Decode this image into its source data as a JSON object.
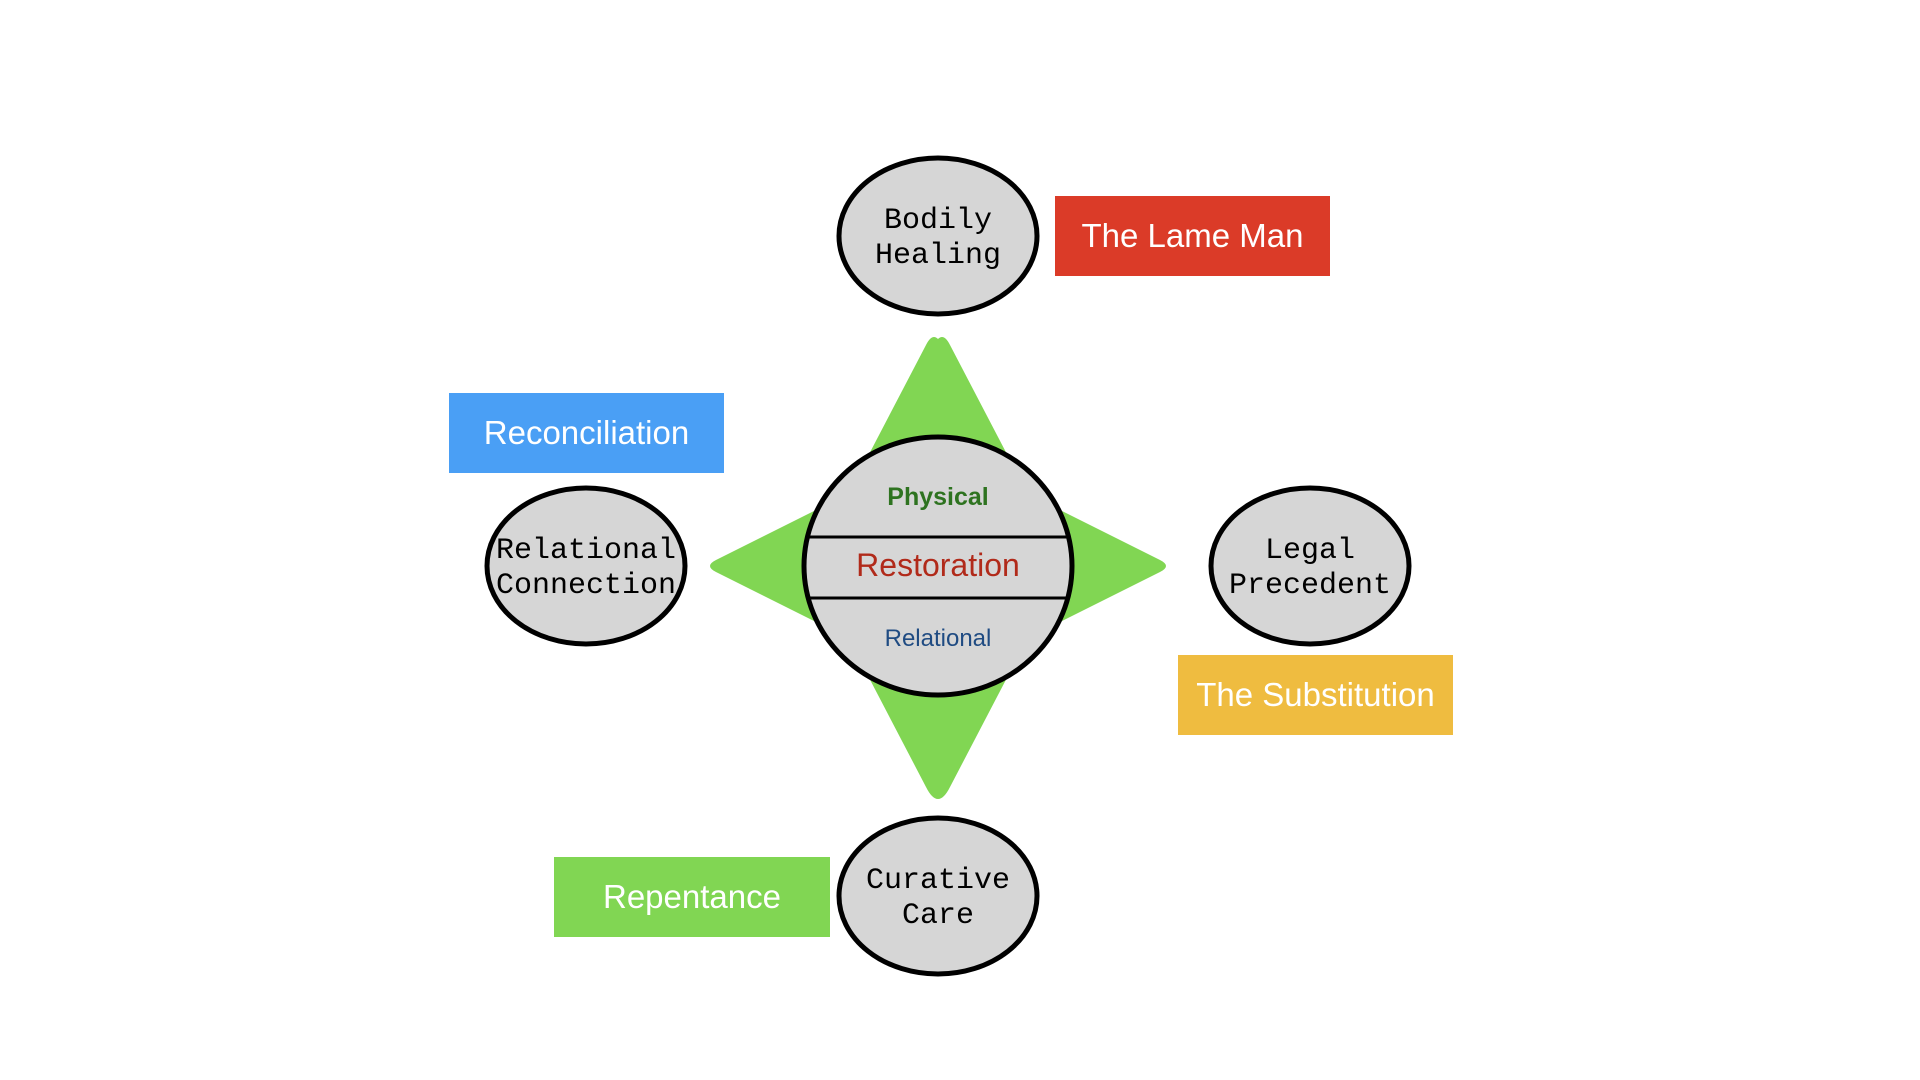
{
  "center": {
    "top_label": "Physical",
    "middle_label": "Restoration",
    "bottom_label": "Relational",
    "colors": {
      "top": "#2e7320",
      "middle": "#b12a1a",
      "bottom": "#1f4b82"
    }
  },
  "nodes": {
    "top": {
      "line1": "Bodily",
      "line2": "Healing"
    },
    "left": {
      "line1": "Relational",
      "line2": "Connection"
    },
    "right": {
      "line1": "Legal",
      "line2": "Precedent"
    },
    "bottom": {
      "line1": "Curative",
      "line2": "Care"
    }
  },
  "tags": {
    "lame_man": {
      "label": "The Lame Man",
      "color": "#db3b28"
    },
    "reconciliation": {
      "label": "Reconciliation",
      "color": "#4a9ff5"
    },
    "substitution": {
      "label": "The Substitution",
      "color": "#efbc40"
    },
    "repentance": {
      "label": "Repentance",
      "color": "#81d653"
    }
  },
  "colors": {
    "star": "#81d653",
    "node_fill": "#d6d6d6",
    "outline": "#000000"
  }
}
